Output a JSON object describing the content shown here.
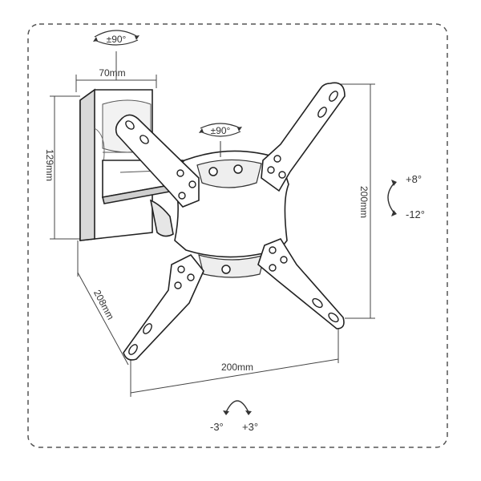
{
  "labels": {
    "swivel_top": "±90°",
    "depth_top": "70mm",
    "height_left": "129mm",
    "rotate_center": "±90°",
    "vesa_vertical": "200mm",
    "extension": "208mm",
    "vesa_horizontal": "200mm",
    "tilt_up": "+8°",
    "tilt_down": "-12°",
    "level_left": "-3°",
    "level_right": "+3°"
  },
  "colors": {
    "line": "#222222",
    "plate": "#ffffff",
    "shade": "#d9d9d9",
    "frame": "#888888"
  }
}
